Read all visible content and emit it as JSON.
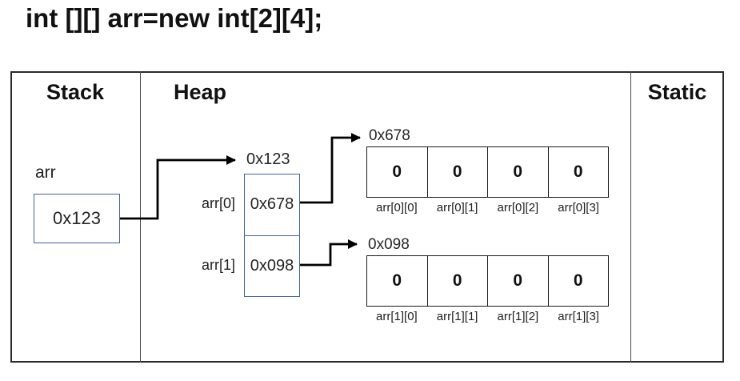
{
  "title": "int [][] arr=new int[2][4];",
  "sections": {
    "stack": "Stack",
    "heap": "Heap",
    "static": "Static"
  },
  "stack": {
    "var_name": "arr",
    "var_value": "0x123"
  },
  "heap": {
    "pointer_array": {
      "address": "0x123",
      "cells": [
        {
          "label": "arr[0]",
          "value": "0x678"
        },
        {
          "label": "arr[1]",
          "value": "0x098"
        }
      ]
    },
    "row_arrays": [
      {
        "address": "0x678",
        "cells": [
          {
            "value": "0",
            "label": "arr[0][0]"
          },
          {
            "value": "0",
            "label": "arr[0][1]"
          },
          {
            "value": "0",
            "label": "arr[0][2]"
          },
          {
            "value": "0",
            "label": "arr[0][3]"
          }
        ]
      },
      {
        "address": "0x098",
        "cells": [
          {
            "value": "0",
            "label": "arr[1][0]"
          },
          {
            "value": "0",
            "label": "arr[1][1]"
          },
          {
            "value": "0",
            "label": "arr[1][2]"
          },
          {
            "value": "0",
            "label": "arr[1][3]"
          }
        ]
      }
    ]
  },
  "colors": {
    "pointer_box_border": "#46619b",
    "array_border": "#1a1a1a",
    "frame_border": "#2b2b2b",
    "arrow": "#000000",
    "text": "#1f1f1f"
  }
}
